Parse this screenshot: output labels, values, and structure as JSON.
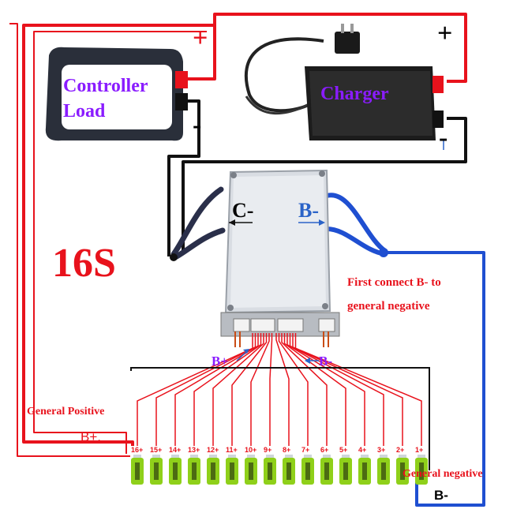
{
  "controller_load": {
    "line1": "Controller",
    "line2": "Load",
    "plus": "+",
    "minus": "-"
  },
  "charger": {
    "label": "Charger",
    "plus": "+",
    "minus": "-"
  },
  "bms": {
    "c_minus": "C-",
    "b_minus": "B-",
    "connector_b_plus": "B+",
    "connector_b_minus": "B-"
  },
  "series_label": "16S",
  "note": {
    "line1": "First connect B- to",
    "line2": "general negative"
  },
  "general_positive": "General Positive",
  "b_plus_terminal": "B+.",
  "general_negative": "General negative",
  "b_minus_terminal": "B-",
  "cells": [
    "16+",
    "15+",
    "14+",
    "13+",
    "12+",
    "11+",
    "10+",
    "9+",
    "8+",
    "7+",
    "6+",
    "5+",
    "4+",
    "3+",
    "2+",
    "1+"
  ],
  "colors": {
    "positive_wire": "#e8121c",
    "negative_wire": "#111111",
    "b_minus_wire": "#1f4fd1",
    "text_purple": "#8a1cff",
    "text_red": "#e8121c",
    "cell_green": "#8fd01a"
  }
}
